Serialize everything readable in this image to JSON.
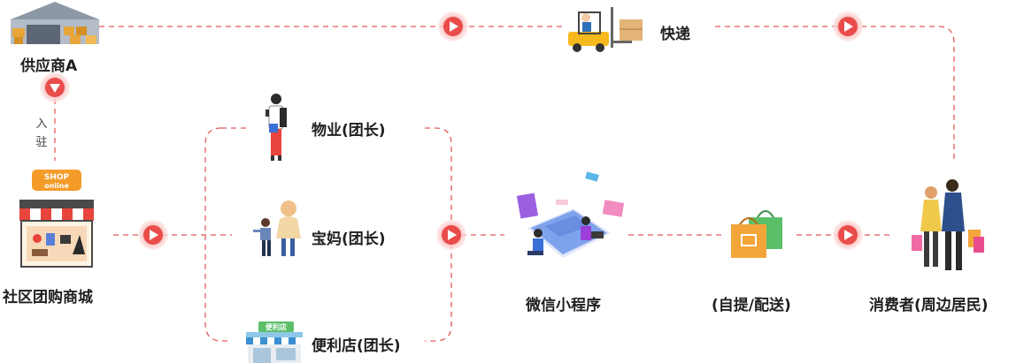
{
  "nodes": {
    "supplier": "供应商A",
    "mall": "社区团购商城",
    "property": "物业(团长)",
    "mom": "宝妈(团长)",
    "store": "便利店(团长)",
    "miniprogram": "微信小程序",
    "pickup": "(自提/配送)",
    "consumer": "消费者(周边居民)",
    "express": "快递"
  },
  "edges": {
    "onboard": [
      "入",
      "驻"
    ]
  },
  "shop_sign": {
    "line1": "SHOP",
    "line2": "online"
  },
  "store_sign": "便利店",
  "colors": {
    "accent": "#e94c4a",
    "dash": "#e55a5a",
    "awning_red": "#e8453c",
    "awning_white": "#ffffff",
    "sign_orange": "#f39c2a",
    "bag_orange": "#f4a53a",
    "bag_green": "#5bbf6a",
    "screen_blue": "#5b7fd9",
    "forklift_yellow": "#f6b91c"
  }
}
